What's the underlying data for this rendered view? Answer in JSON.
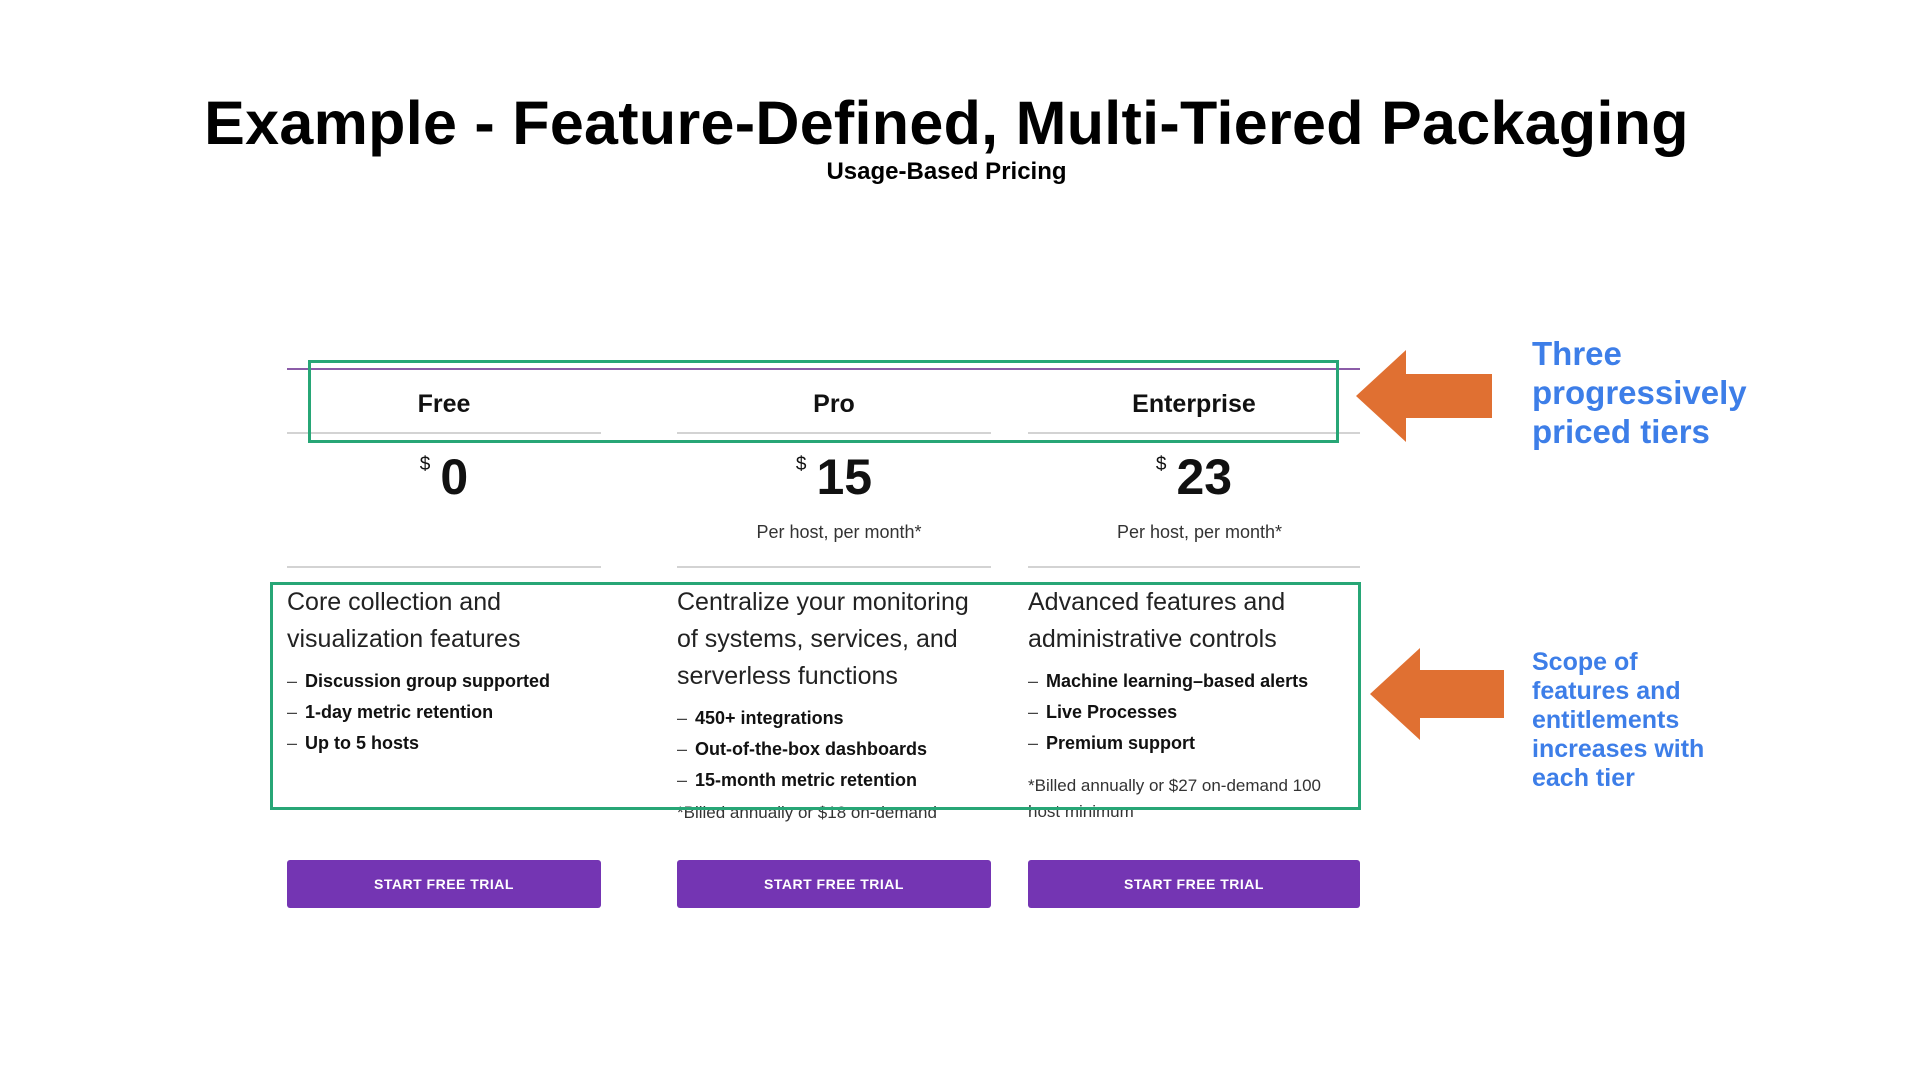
{
  "slide": {
    "title": "Example - Feature-Defined, Multi-Tiered Packaging",
    "subtitle": "Usage-Based Pricing"
  },
  "tiers": [
    {
      "name": "Free",
      "currency": "$",
      "price": "0",
      "per_host": "",
      "tagline_lines": [
        "Core collection and",
        "visualization features"
      ],
      "features": [
        "Discussion group supported",
        "1-day metric retention",
        "Up to 5 hosts"
      ],
      "note_lines": [],
      "cta": "START FREE TRIAL"
    },
    {
      "name": "Pro",
      "currency": "$",
      "price": "15",
      "per_host": "Per host, per month*",
      "tagline_lines": [
        "Centralize your monitoring",
        "of systems, services, and",
        "serverless functions"
      ],
      "features": [
        "450+ integrations",
        "Out-of-the-box dashboards",
        "15-month metric retention"
      ],
      "note_lines": [
        "*Billed annually or $18 on-demand"
      ],
      "cta": "START FREE TRIAL"
    },
    {
      "name": "Enterprise",
      "currency": "$",
      "price": "23",
      "per_host": "Per host, per month*",
      "tagline_lines": [
        "Advanced features and",
        "administrative controls"
      ],
      "features": [
        "Machine learning–based alerts",
        "Live Processes",
        "Premium support"
      ],
      "note_lines": [
        "*Billed annually or $27 on-demand 100",
        "host minimum"
      ],
      "cta": "START FREE TRIAL"
    }
  ],
  "list_marker": "–",
  "annotations": {
    "tiers_callout": [
      "Three",
      "progressively",
      "priced tiers"
    ],
    "scope_callout": [
      "Scope of",
      "features and",
      "entitlements",
      "increases with",
      "each tier"
    ],
    "box_color": "#27a676",
    "arrow_color": "#e07032",
    "callout_color": "#3d7ee8"
  },
  "colors": {
    "cta_background": "#7435b3",
    "top_rule": "#8b5ca8"
  }
}
